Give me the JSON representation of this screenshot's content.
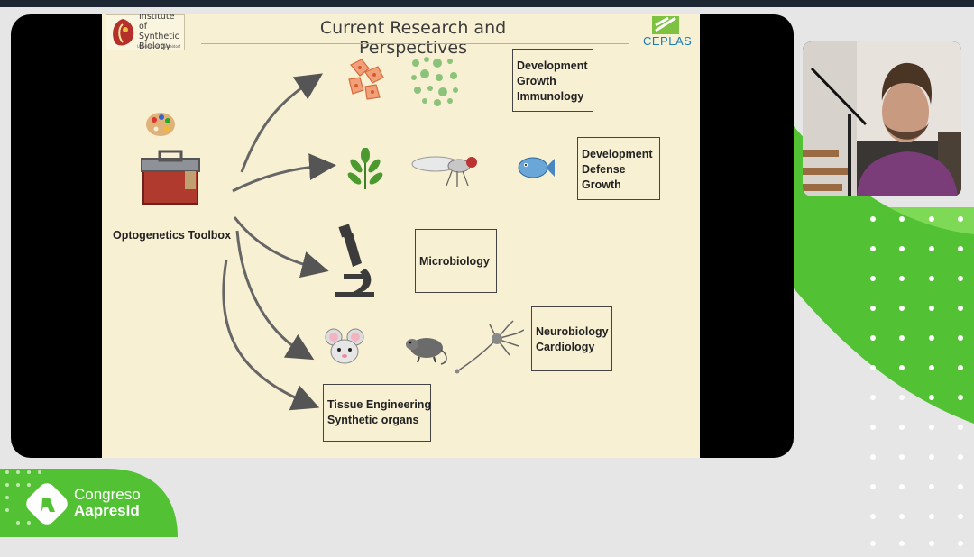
{
  "slide": {
    "title": "Current Research and Perspectives",
    "institute_logo": {
      "line1": "Institute of",
      "line2": "Synthetic",
      "line3": "Biology",
      "subline": "University of Düsseldorf"
    },
    "partner_logo": "CEPLAS",
    "toolbox_label": "Optogenetics Toolbox",
    "boxes": [
      {
        "lines": [
          "Development",
          "Growth",
          "Immunology"
        ]
      },
      {
        "lines": [
          "Development",
          "Defense",
          "Growth"
        ]
      },
      {
        "lines": [
          "Microbiology"
        ]
      },
      {
        "lines": [
          "Neurobiology",
          "Cardiology"
        ]
      },
      {
        "lines": [
          "Tissue Engineering",
          "Synthetic organs"
        ]
      }
    ]
  },
  "icons": [
    "palette-icon",
    "toolbox-icon",
    "cells-icon",
    "microbes-icon",
    "leaf-icon",
    "fly-icon",
    "fish-icon",
    "microscope-icon",
    "mouse-icon",
    "rat-icon",
    "neuron-icon"
  ],
  "brand": {
    "line1": "Congreso",
    "line2": "Aapresid"
  },
  "colors": {
    "brand_green": "#52c234",
    "slide_bg": "#f7f0d3",
    "dark_bar": "#1c2733",
    "ceplas_blue": "#1b7bb5"
  }
}
